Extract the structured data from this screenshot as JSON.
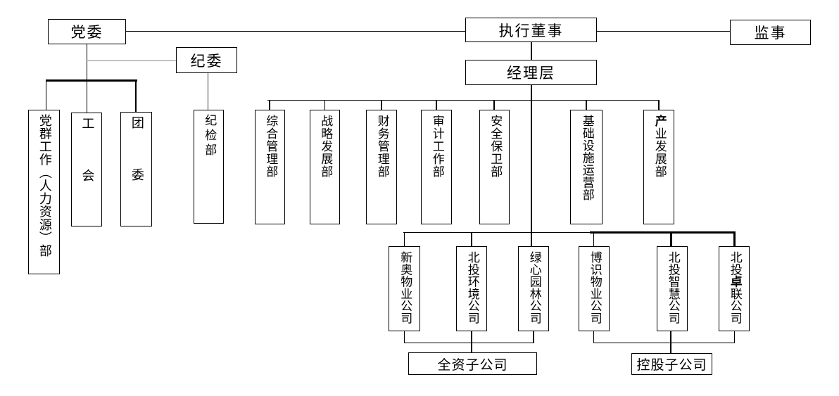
{
  "figure": {
    "type": "organization-chart",
    "background_color": "#ffffff",
    "line_color": "#000000",
    "thick_line_color": "#000000"
  },
  "nodes": {
    "party_committee": {
      "label": "党委"
    },
    "executive_director": {
      "label": "执行董事"
    },
    "supervisor": {
      "label": "监事"
    },
    "discipline_committee": {
      "label": "纪委"
    },
    "management_layer": {
      "label": "经理层"
    },
    "party_mass_hr_dept": {
      "label": "党群工作（人力资源）部"
    },
    "labor_union": {
      "label": "工会"
    },
    "youth_league": {
      "label": "团委"
    },
    "discipline_inspection_dept": {
      "label": "纪检部"
    },
    "departments": [
      {
        "label": "综合管理部"
      },
      {
        "label": "战略发展部"
      },
      {
        "label": "财务管理部"
      },
      {
        "label": "审计工作部"
      },
      {
        "label": "安全保卫部"
      },
      {
        "label": "基础设施运营部"
      },
      {
        "label": "产业发展部",
        "bold_char": "产",
        "rest": "业发展部"
      }
    ],
    "subsidiaries": [
      {
        "label": "新奥物业公司"
      },
      {
        "label": "北投环境公司"
      },
      {
        "label": "绿心园林公司"
      },
      {
        "label": "博识物业公司"
      },
      {
        "label": "北投智慧公司"
      },
      {
        "label": "北投卓联公司",
        "pre": "北投",
        "bold_char": "卓",
        "post": "联公司"
      }
    ],
    "wholly_owned_group": {
      "label": "全资子公司"
    },
    "holding_group": {
      "label": "控股子公司"
    }
  },
  "connections": [
    {
      "from": "党委",
      "to": "执行董事",
      "style": "peer-horizontal"
    },
    {
      "from": "执行董事",
      "to": "监事",
      "style": "peer-horizontal"
    },
    {
      "from": "执行董事",
      "to": "经理层",
      "style": "vertical"
    },
    {
      "from": "党委",
      "to": "纪委",
      "style": "elbow"
    },
    {
      "from": "党委",
      "to": [
        "党群工作（人力资源）部",
        "工会",
        "团委"
      ],
      "style": "tree-thick"
    },
    {
      "from": "纪委",
      "to": "纪检部",
      "style": "vertical"
    },
    {
      "from": "经理层",
      "to": [
        "综合管理部",
        "战略发展部",
        "财务管理部",
        "审计工作部",
        "安全保卫部",
        "基础设施运营部",
        "产业发展部"
      ],
      "style": "tree"
    },
    {
      "from": "经理层",
      "to": [
        "新奥物业公司",
        "北投环境公司",
        "绿心园林公司",
        "博识物业公司",
        "北投智慧公司",
        "北投卓联公司"
      ],
      "style": "tree"
    },
    {
      "group": "全资子公司",
      "members": [
        "新奥物业公司",
        "北投环境公司",
        "绿心园林公司"
      ]
    },
    {
      "group": "控股子公司",
      "members": [
        "博识物业公司",
        "北投智慧公司",
        "北投卓联公司"
      ]
    }
  ]
}
